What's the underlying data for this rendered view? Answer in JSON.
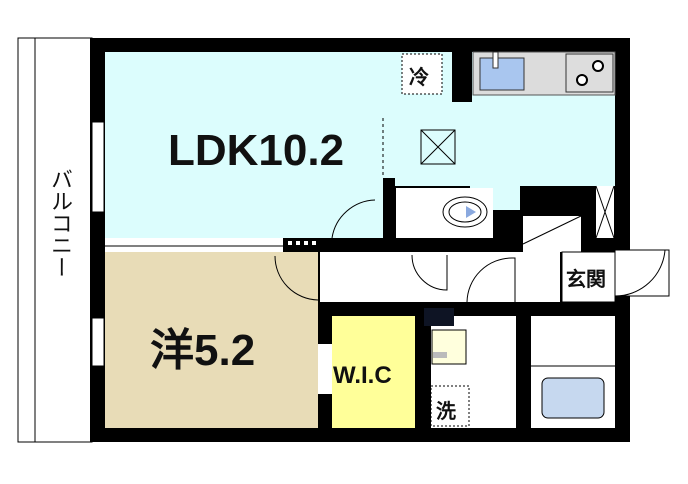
{
  "rooms": {
    "ldk": "LDK10.2",
    "western": "洋5.2",
    "wic": "W.I.C",
    "entrance": "玄関",
    "balcony": "バルコニー",
    "fridge": "冷",
    "washer": "洗"
  },
  "colors": {
    "ldk": "#dcfdfd",
    "western": "#e8dcb7",
    "wic": "#ffff99",
    "counter": "#dcdcdc",
    "tub": "#c6d8ef",
    "wall": "#000000"
  }
}
